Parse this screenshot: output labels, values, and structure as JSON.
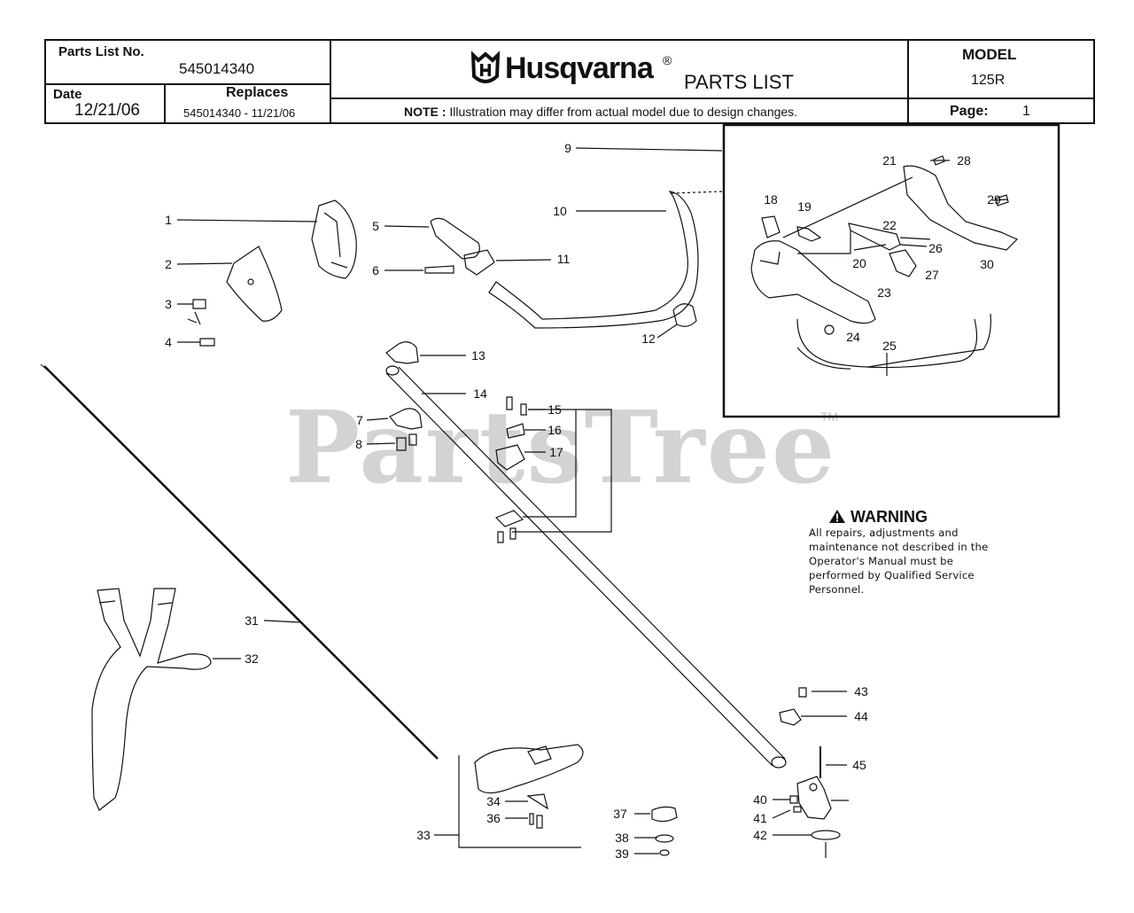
{
  "header": {
    "parts_list_no_label": "Parts List No.",
    "parts_list_no": "545014340",
    "date_label": "Date",
    "date": "12/21/06",
    "replaces_label": "Replaces",
    "replaces": "545014340 - 11/21/06",
    "brand": "Husqvarna",
    "registered": "®",
    "title": "PARTS LIST",
    "note_label": "NOTE :",
    "note": "Illustration may differ from actual model due to design changes.",
    "model_label": "MODEL",
    "model": "125R",
    "page_label": "Page:",
    "page": "1"
  },
  "watermark": {
    "text": "PartsTree",
    "tm": "TM"
  },
  "warning": {
    "title": "WARNING",
    "body": "All repairs, adjustments and maintenance not described in the Operator's Manual must be performed by Qualified Service Personnel."
  },
  "callouts": [
    "1",
    "2",
    "3",
    "4",
    "5",
    "6",
    "7",
    "8",
    "9",
    "10",
    "11",
    "12",
    "13",
    "14",
    "15",
    "16",
    "17",
    "18",
    "19",
    "20",
    "21",
    "22",
    "23",
    "24",
    "25",
    "26",
    "27",
    "28",
    "29",
    "30",
    "31",
    "32",
    "33",
    "34",
    "36",
    "37",
    "38",
    "39",
    "40",
    "41",
    "42",
    "43",
    "44",
    "45"
  ]
}
